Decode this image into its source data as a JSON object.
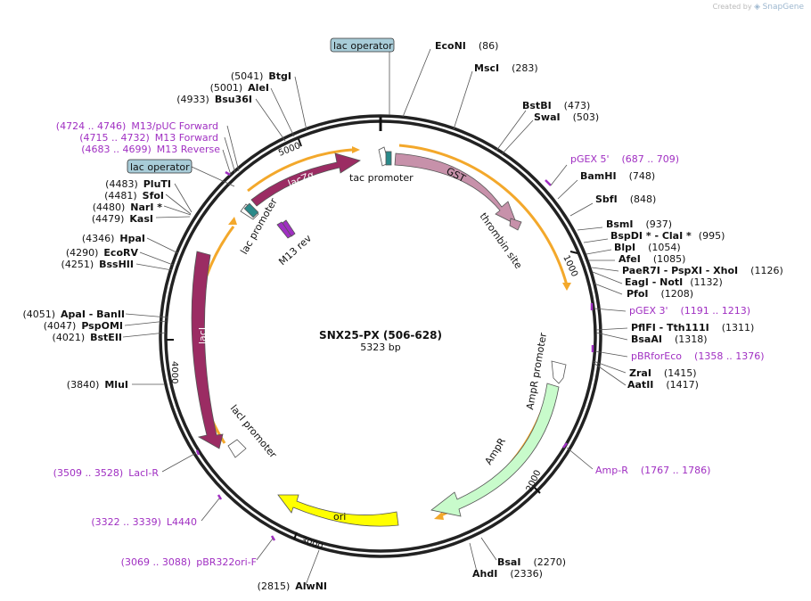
{
  "branding": {
    "created_by": "Created by",
    "app": "SnapGene"
  },
  "plasmid": {
    "name": "SNX25-PX (506-628)",
    "length": "5323 bp"
  },
  "ruler": [
    "1000",
    "2000",
    "3000",
    "4000",
    "5000"
  ],
  "sites_right": [
    {
      "name": "EcoNI",
      "pos": "(86)"
    },
    {
      "name": "MscI",
      "pos": "(283)"
    },
    {
      "name": "BstBI",
      "pos": "(473)"
    },
    {
      "name": "SwaI",
      "pos": "(503)"
    },
    {
      "name": "BamHI",
      "pos": "(748)"
    },
    {
      "name": "SbfI",
      "pos": "(848)"
    },
    {
      "name": "BsmI",
      "pos": "(937)"
    },
    {
      "name": "BspDI * - ClaI *",
      "pos": "(995)"
    },
    {
      "name": "BlpI",
      "pos": "(1054)"
    },
    {
      "name": "AfeI",
      "pos": "(1085)"
    },
    {
      "name": "PaeR7I - PspXI - XhoI",
      "pos": "(1126)"
    },
    {
      "name": "EagI - NotI",
      "pos": "(1132)"
    },
    {
      "name": "PfoI",
      "pos": "(1208)"
    },
    {
      "name": "PflFI - Tth111I",
      "pos": "(1311)"
    },
    {
      "name": "BsaAI",
      "pos": "(1318)"
    },
    {
      "name": "ZraI",
      "pos": "(1415)"
    },
    {
      "name": "AatII",
      "pos": "(1417)"
    },
    {
      "name": "BsaI",
      "pos": "(2270)"
    },
    {
      "name": "AhdI",
      "pos": "(2336)"
    }
  ],
  "sites_left": [
    {
      "name": "BtgI",
      "pos": "(5041)"
    },
    {
      "name": "AleI",
      "pos": "(5001)"
    },
    {
      "name": "Bsu36I",
      "pos": "(4933)"
    },
    {
      "name": "PluTI",
      "pos": "(4483)"
    },
    {
      "name": "SfoI",
      "pos": "(4481)"
    },
    {
      "name": "NarI *",
      "pos": "(4480)"
    },
    {
      "name": "KasI",
      "pos": "(4479)"
    },
    {
      "name": "HpaI",
      "pos": "(4346)"
    },
    {
      "name": "EcoRV",
      "pos": "(4290)"
    },
    {
      "name": "BssHII",
      "pos": "(4251)"
    },
    {
      "name": "ApaI - BanII",
      "pos": "(4051)"
    },
    {
      "name": "PspOMI",
      "pos": "(4047)"
    },
    {
      "name": "BstEII",
      "pos": "(4021)"
    },
    {
      "name": "MluI",
      "pos": "(3840)"
    },
    {
      "name": "AlwNI",
      "pos": "(2815)"
    }
  ],
  "primers": [
    {
      "name": "pGEX 5'",
      "range": "(687 .. 709)"
    },
    {
      "name": "pGEX 3'",
      "range": "(1191 .. 1213)"
    },
    {
      "name": "pBRforEco",
      "range": "(1358 .. 1376)"
    },
    {
      "name": "Amp-R",
      "range": "(1767 .. 1786)"
    },
    {
      "name": "M13/pUC Forward",
      "range": "(4724 .. 4746)"
    },
    {
      "name": "M13 Forward",
      "range": "(4715 .. 4732)"
    },
    {
      "name": "M13 Reverse",
      "range": "(4683 .. 4699)"
    },
    {
      "name": "LacI-R",
      "range": "(3509 .. 3528)"
    },
    {
      "name": "L4440",
      "range": "(3322 .. 3339)"
    },
    {
      "name": "pBR322ori-F",
      "range": "(3069 .. 3088)"
    }
  ],
  "operators": [
    "lac operator",
    "lac operator"
  ],
  "features": {
    "lacZa": "lacZα",
    "GST": "GST",
    "thrombin": "thrombin site",
    "tac_promoter": "tac promoter",
    "lac_promoter": "lac promoter",
    "m13rev": "M13 rev",
    "lacI": "lacI",
    "lacI_promoter": "lacI promoter",
    "AmpR": "AmpR",
    "AmpR_promoter": "AmpR promoter",
    "ori": "ori"
  },
  "colors": {
    "lacZa": "#9b2c63",
    "lacI": "#9b2c63",
    "GST": "#c791aa",
    "AmpR": "#c8fbcb",
    "ori": "#ffff00",
    "primer": "#a02fc2",
    "orf": "#f3a82b",
    "operator": "#a8ccd8",
    "backbone": "#222222"
  }
}
